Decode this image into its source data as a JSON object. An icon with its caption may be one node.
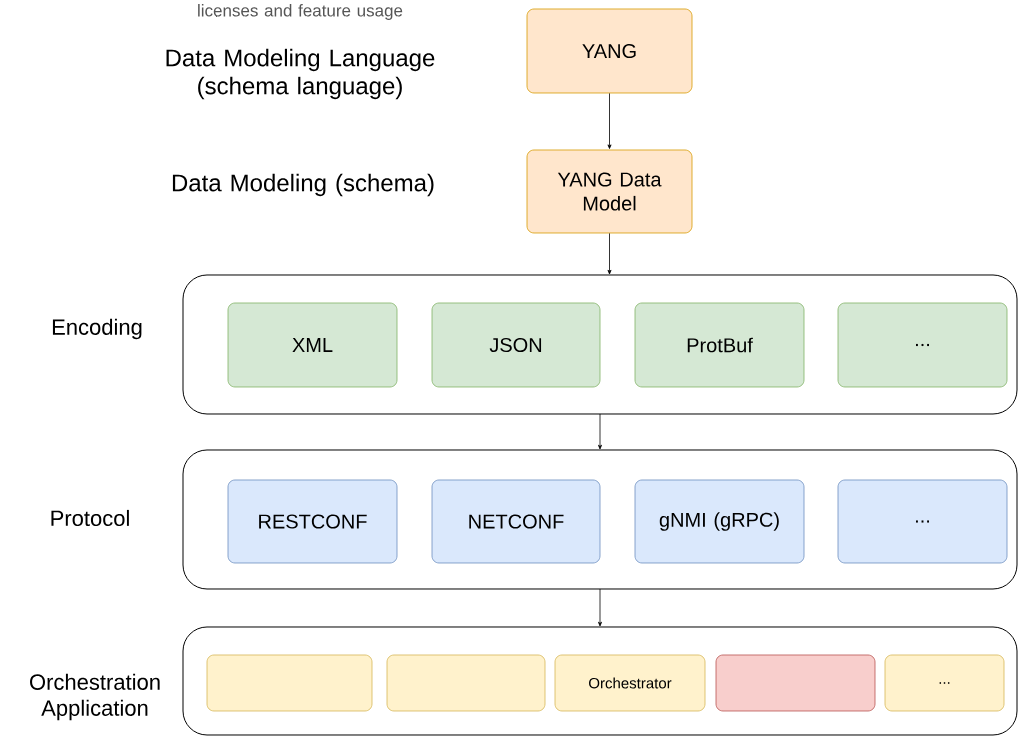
{
  "diagram": {
    "nodes": [
      {
        "text": [
          "YANG"
        ]
      },
      {
        "text": [
          "YANG Data Model"
        ]
      },
      {
        "text": [
          "Encoding"
        ]
      },
      {
        "text": [
          "XML"
        ],
        "in": 2
      },
      {
        "text": [
          "JSON"
        ],
        "in": 2
      },
      {
        "text": [
          "ProtBuf"
        ],
        "in": 2
      },
      {
        "text": [
          "..."
        ],
        "in": 2
      },
      {
        "text": [
          "Protocol"
        ]
      },
      {
        "text": [
          "RESTCONF"
        ],
        "in": 7
      },
      {
        "text": [
          "NETCONF"
        ],
        "in": 7
      },
      {
        "text": [
          "gNMI (gRPC)"
        ],
        "in": 7
      },
      {
        "text": [
          "..."
        ],
        "in": 7
      },
      {
        "text": [
          "Orchestration Application"
        ]
      },
      {
        "text": [],
        "shape": "box",
        "in": 12
      },
      {
        "text": [],
        "shape": "box",
        "in": 12
      },
      {
        "text": [
          "Orchestrator"
        ],
        "in": 12
      },
      {
        "text": [],
        "shape": "box",
        "in": 12
      },
      {
        "text": [
          "..."
        ],
        "in": 12
      }
    ],
    "edges": [
      {
        "from": 0,
        "to": 1,
        "arrow": "to"
      },
      {
        "from": 1,
        "to": 2,
        "arrow": "to"
      },
      {
        "from": 2,
        "to": 7,
        "arrow": "to"
      },
      {
        "from": 7,
        "to": 12,
        "arrow": "to"
      }
    ],
    "labels": [
      "licenses and feature usage",
      "Data Modeling Language (schema language)",
      "Data Modeling (schema)"
    ]
  }
}
